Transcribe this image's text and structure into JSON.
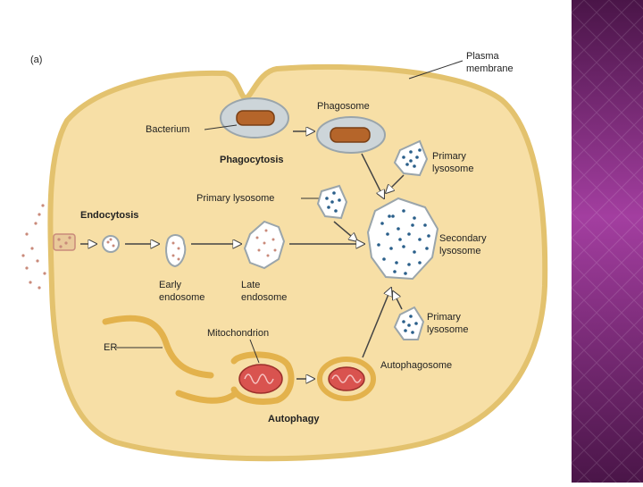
{
  "figure": {
    "panel_label": "(a)",
    "labels": {
      "plasma_membrane": [
        "Plasma",
        "membrane"
      ],
      "bacterium": "Bacterium",
      "phagosome": "Phagosome",
      "phagocytosis": "Phagocytosis",
      "primary_lysosome_top": [
        "Primary",
        "lysosome"
      ],
      "primary_lysosome_mid": "Primary lysosome",
      "endocytosis": "Endocytosis",
      "secondary_lysosome": [
        "Secondary",
        "lysosome"
      ],
      "early_endosome": [
        "Early",
        "endosome"
      ],
      "late_endosome": [
        "Late",
        "endosome"
      ],
      "primary_lysosome_bottom": [
        "Primary",
        "lysosome"
      ],
      "er": "ER",
      "mitochondrion": "Mitochondrion",
      "autophagosome": "Autophagosome",
      "autophagy": "Autophagy"
    }
  },
  "colors": {
    "cytoplasm": "#f7dfa6",
    "membrane": "#e3c26e",
    "organelle_fill": "#f2f2f2",
    "bacterium": "#b5652a",
    "mitochondrion": "#d9534f",
    "lysosome_dots": "#2a5f8a",
    "side_panel": "#8a2f88"
  }
}
